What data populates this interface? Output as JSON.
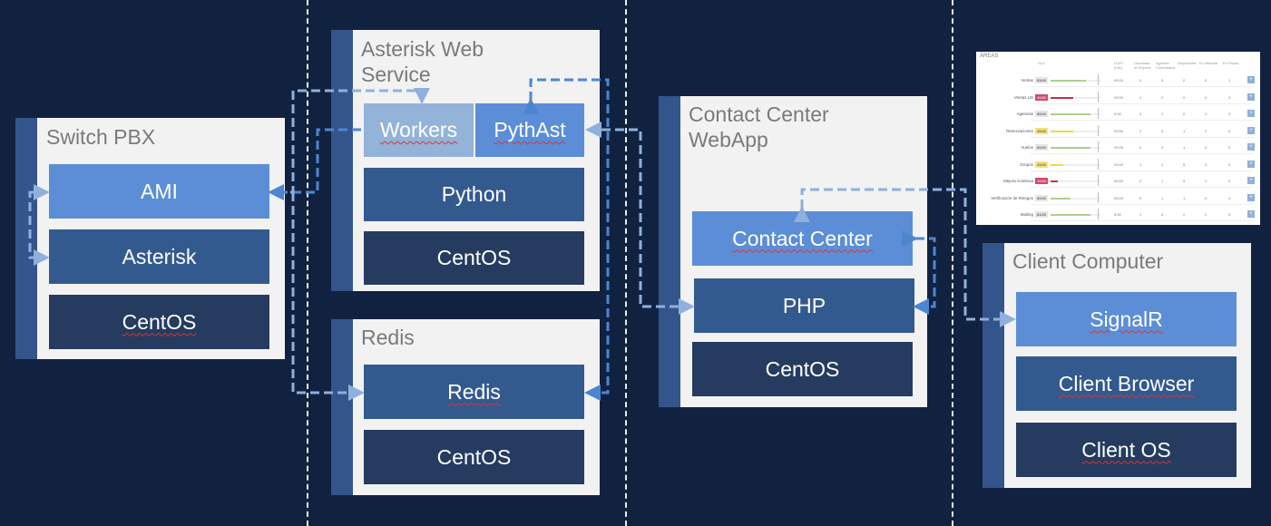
{
  "panels": {
    "switch": {
      "title": "Switch PBX",
      "layers": [
        "AMI",
        "Asterisk",
        "CentOS"
      ]
    },
    "asterisk_ws": {
      "title": "Asterisk Web\nService",
      "top_left": "Workers",
      "top_right": "PythAst",
      "layers": [
        "Python",
        "CentOS"
      ]
    },
    "redis": {
      "title": "Redis",
      "layers": [
        "Redis",
        "CentOS"
      ]
    },
    "contact_center": {
      "title": "Contact Center\nWebApp",
      "layers": [
        "Contact Center",
        "PHP",
        "CentOS"
      ]
    },
    "client": {
      "title": "Client Computer",
      "layers": [
        "SignalR",
        "Client Browser",
        "Client OS"
      ]
    }
  },
  "dashboard": {
    "title": "ÁREAS",
    "headers": [
      "SLA",
      "LLWT (min)",
      "Llamadas en Espera",
      "Agentes Conectados",
      "Disponibles",
      "En llamada",
      "En Pausa"
    ],
    "rows": [
      {
        "name": "Ventas",
        "sla": "83/40",
        "status": "green",
        "level": 0.7,
        "vals": [
          "00:00",
          "0",
          "5",
          "2",
          "0",
          "1"
        ]
      },
      {
        "name": "Ventas US",
        "sla": "40/80",
        "status": "red",
        "level": 0.45,
        "vals": [
          "00:00",
          "1",
          "2",
          "0",
          "0",
          "0"
        ]
      },
      {
        "name": "Agencias",
        "sla": "80/40",
        "status": "gray",
        "level": 0.8,
        "vals": [
          "0:00",
          "4",
          "1",
          "0",
          "1",
          "0"
        ]
      },
      {
        "name": "Reservaciones",
        "sla": "40/40",
        "status": "yellow",
        "level": 0.45,
        "vals": [
          "00:00",
          "2",
          "3",
          "1",
          "2",
          "0"
        ]
      },
      {
        "name": "Vuelos",
        "sla": "60/40",
        "status": "gray",
        "level": 0.8,
        "vals": [
          "00:00",
          "0",
          "0",
          "1",
          "2",
          "0"
        ]
      },
      {
        "name": "Grupos",
        "sla": "20/40",
        "status": "yellow",
        "level": 0.25,
        "vals": [
          "00:00",
          "1",
          "2",
          "5",
          "2",
          "0"
        ]
      },
      {
        "name": "Mejora Continua",
        "sla": "10/40",
        "status": "red",
        "level": 0.15,
        "vals": [
          "00:00",
          "2",
          "1",
          "5",
          "1",
          "0"
        ]
      },
      {
        "name": "Verificación de Riesgos",
        "sla": "50/40",
        "status": "gray",
        "level": 0.4,
        "vals": [
          "00:00",
          "0",
          "1",
          "1",
          "0",
          "0"
        ]
      },
      {
        "name": "Mailing",
        "sla": "81/40",
        "status": "gray",
        "level": 0.8,
        "vals": [
          "0:00",
          "1",
          "0",
          "2",
          "2",
          "0"
        ]
      }
    ]
  },
  "colors": {
    "background": "#112240",
    "panel": "#f2f2f2",
    "accent_bar": "#34558b",
    "light_block": "#5b8ed6",
    "mid_block": "#335a8e",
    "dark_block": "#253c60",
    "connector": "#8fb0dc"
  }
}
